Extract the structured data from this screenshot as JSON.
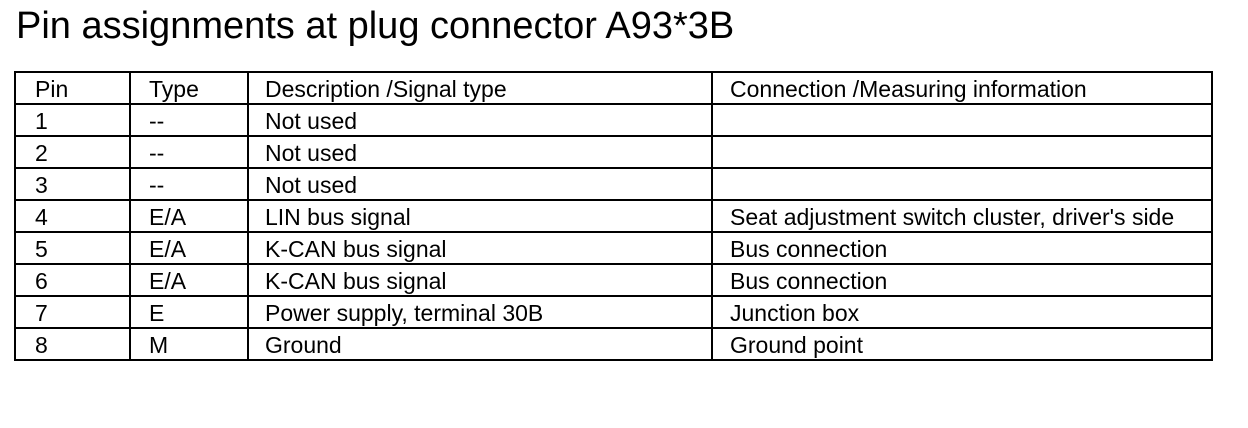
{
  "title": "Pin assignments at plug connector A93*3B",
  "table": {
    "headers": {
      "pin": "Pin",
      "type": "Type",
      "description": "Description /Signal type",
      "connection": "Connection /Measuring information"
    },
    "rows": [
      {
        "pin": "1",
        "type": "--",
        "description": "Not used",
        "connection": ""
      },
      {
        "pin": "2",
        "type": "--",
        "description": "Not used",
        "connection": ""
      },
      {
        "pin": "3",
        "type": "--",
        "description": "Not used",
        "connection": ""
      },
      {
        "pin": "4",
        "type": "E/A",
        "description": "LIN bus signal",
        "connection": "Seat adjustment switch cluster, driver's side"
      },
      {
        "pin": "5",
        "type": "E/A",
        "description": "K-CAN bus signal",
        "connection": "Bus connection"
      },
      {
        "pin": "6",
        "type": "E/A",
        "description": "K-CAN bus signal",
        "connection": "Bus connection"
      },
      {
        "pin": "7",
        "type": "E",
        "description": "Power supply, terminal 30B",
        "connection": "Junction box"
      },
      {
        "pin": "8",
        "type": "M",
        "description": "Ground",
        "connection": "Ground point"
      }
    ]
  }
}
